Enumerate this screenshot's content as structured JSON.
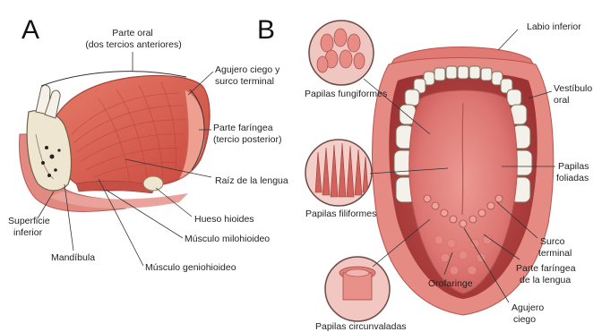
{
  "panels": {
    "a": "A",
    "b": "B"
  },
  "labels_a": {
    "parte_oral_1": "Parte oral",
    "parte_oral_2": "(dos tercios anteriores)",
    "agujero_1": "Agujero ciego y",
    "agujero_2": "surco terminal",
    "faringea_1": "Parte faríngea",
    "faringea_2": "(tercio posterior)",
    "raiz": "Raíz de la lengua",
    "hioides": "Hueso hioides",
    "milohioideo": "Músculo milohioideo",
    "geniohioideo": "Músculo geniohioideo",
    "superficie_1": "Superficie",
    "superficie_2": "inferior",
    "mandibula": "Mandíbula"
  },
  "labels_b": {
    "labio": "Labio inferior",
    "vestibulo_1": "Vestíbulo",
    "vestibulo_2": "oral",
    "foliadas_1": "Papilas",
    "foliadas_2": "foliadas",
    "surco_1": "Surco",
    "surco_2": "terminal",
    "faringea_1": "Parte faríngea",
    "faringea_2": "de la lengua",
    "agujero_1": "Agujero",
    "agujero_2": "ciego",
    "orofaringe": "Orofaringe",
    "fungiformes": "Papilas fungiformes",
    "filiformes": "Papilas filiformes",
    "circunvaladas": "Papilas circunvaladas"
  },
  "colors": {
    "muscle": "#d9574a",
    "muscle_light": "#ef9a8c",
    "mucosa": "#e98d85",
    "tongue": "#e07f7b",
    "bone": "#efe6d2",
    "tooth": "#f4f1ea",
    "line": "#333333"
  }
}
